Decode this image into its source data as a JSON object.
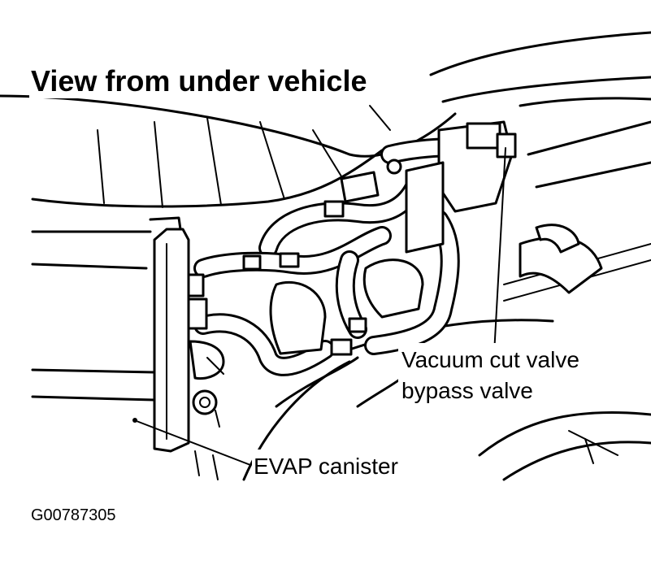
{
  "diagram": {
    "title": "View from under vehicle",
    "labels": {
      "valve_line1": "Vacuum cut valve",
      "valve_line2": "bypass valve",
      "canister": "EVAP canister"
    },
    "figure_code": "G00787305"
  }
}
